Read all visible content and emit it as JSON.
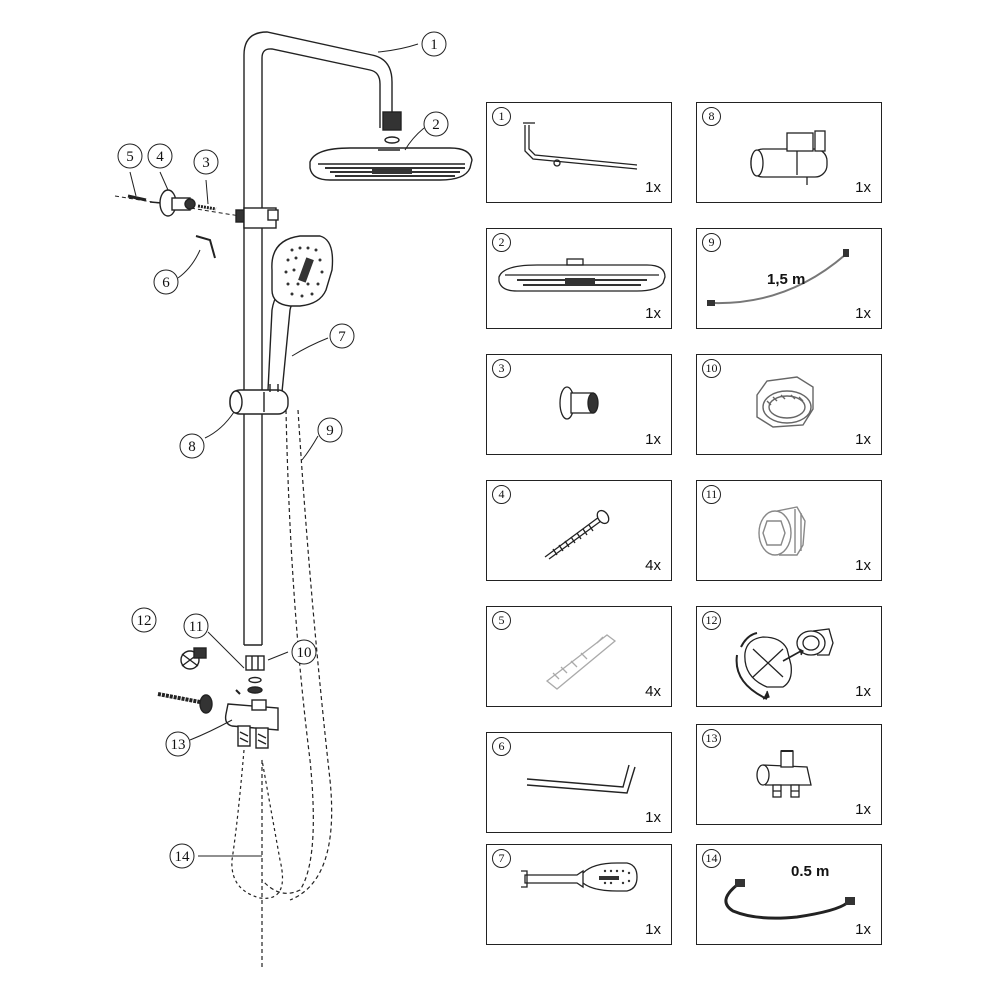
{
  "callouts": [
    "1",
    "2",
    "3",
    "4",
    "5",
    "6",
    "7",
    "8",
    "9",
    "10",
    "11",
    "12",
    "13",
    "14"
  ],
  "parts": [
    {
      "num": "1",
      "qty": "1x"
    },
    {
      "num": "2",
      "qty": "1x"
    },
    {
      "num": "3",
      "qty": "1x"
    },
    {
      "num": "4",
      "qty": "4x"
    },
    {
      "num": "5",
      "qty": "4x"
    },
    {
      "num": "6",
      "qty": "1x"
    },
    {
      "num": "7",
      "qty": "1x"
    },
    {
      "num": "8",
      "qty": "1x"
    },
    {
      "num": "9",
      "qty": "1x",
      "length": "1,5 m"
    },
    {
      "num": "10",
      "qty": "1x"
    },
    {
      "num": "11",
      "qty": "1x"
    },
    {
      "num": "12",
      "qty": "1x"
    },
    {
      "num": "13",
      "qty": "1x"
    },
    {
      "num": "14",
      "qty": "1x",
      "length": "0.5 m"
    }
  ]
}
